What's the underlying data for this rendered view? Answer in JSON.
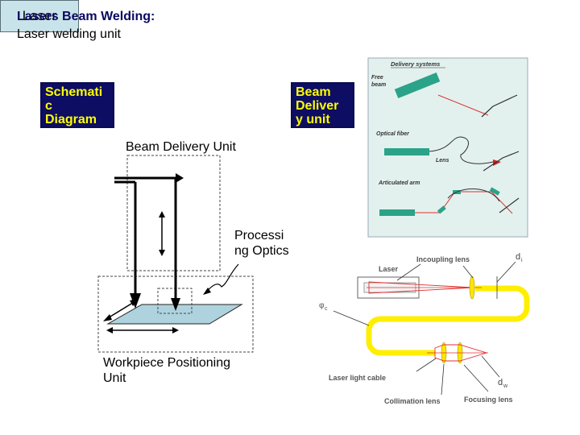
{
  "slide": {
    "title": "Lasers Beam Welding:",
    "subtitle": "Laser welding unit"
  },
  "schematic": {
    "schematic_box": "Schemati c Diagram",
    "schematic_line1": "Schemati",
    "schematic_line2": "c",
    "schematic_line3": "Diagram",
    "beam_box_line1": "Beam",
    "beam_box_line2": "Deliver",
    "beam_box_line3": "y unit",
    "beam_delivery_unit": "Beam Delivery Unit",
    "laser": "Laser",
    "processing_line1": "Processi",
    "processing_line2": "ng Optics",
    "workpiece_line1": "Workpiece Positioning",
    "workpiece_line2": "Unit"
  },
  "delivery_panel": {
    "heading": "Delivery systems",
    "free_beam_1": "Free",
    "free_beam_2": "beam",
    "optical_fiber": "Optical fiber",
    "lens": "Lens",
    "articulated_arm": "Articulated arm"
  },
  "fiber_panel": {
    "laser": "Laser",
    "incoupling": "Incoupling lens",
    "d_i": "d",
    "d_i_sub": "i",
    "phi_c": "φ",
    "phi_c_sub": "c",
    "cable": "Laser light cable",
    "d_w": "d",
    "d_w_sub": "w",
    "collimation": "Collimation lens",
    "focusing": "Focusing lens"
  },
  "colors": {
    "navy": "#0d0d63",
    "box_text": "#ffff00",
    "laser_box": "#c9e3ea",
    "cable": "#ffee00",
    "panel_bg": "#e3f1ee",
    "beam_red": "#e03030"
  }
}
